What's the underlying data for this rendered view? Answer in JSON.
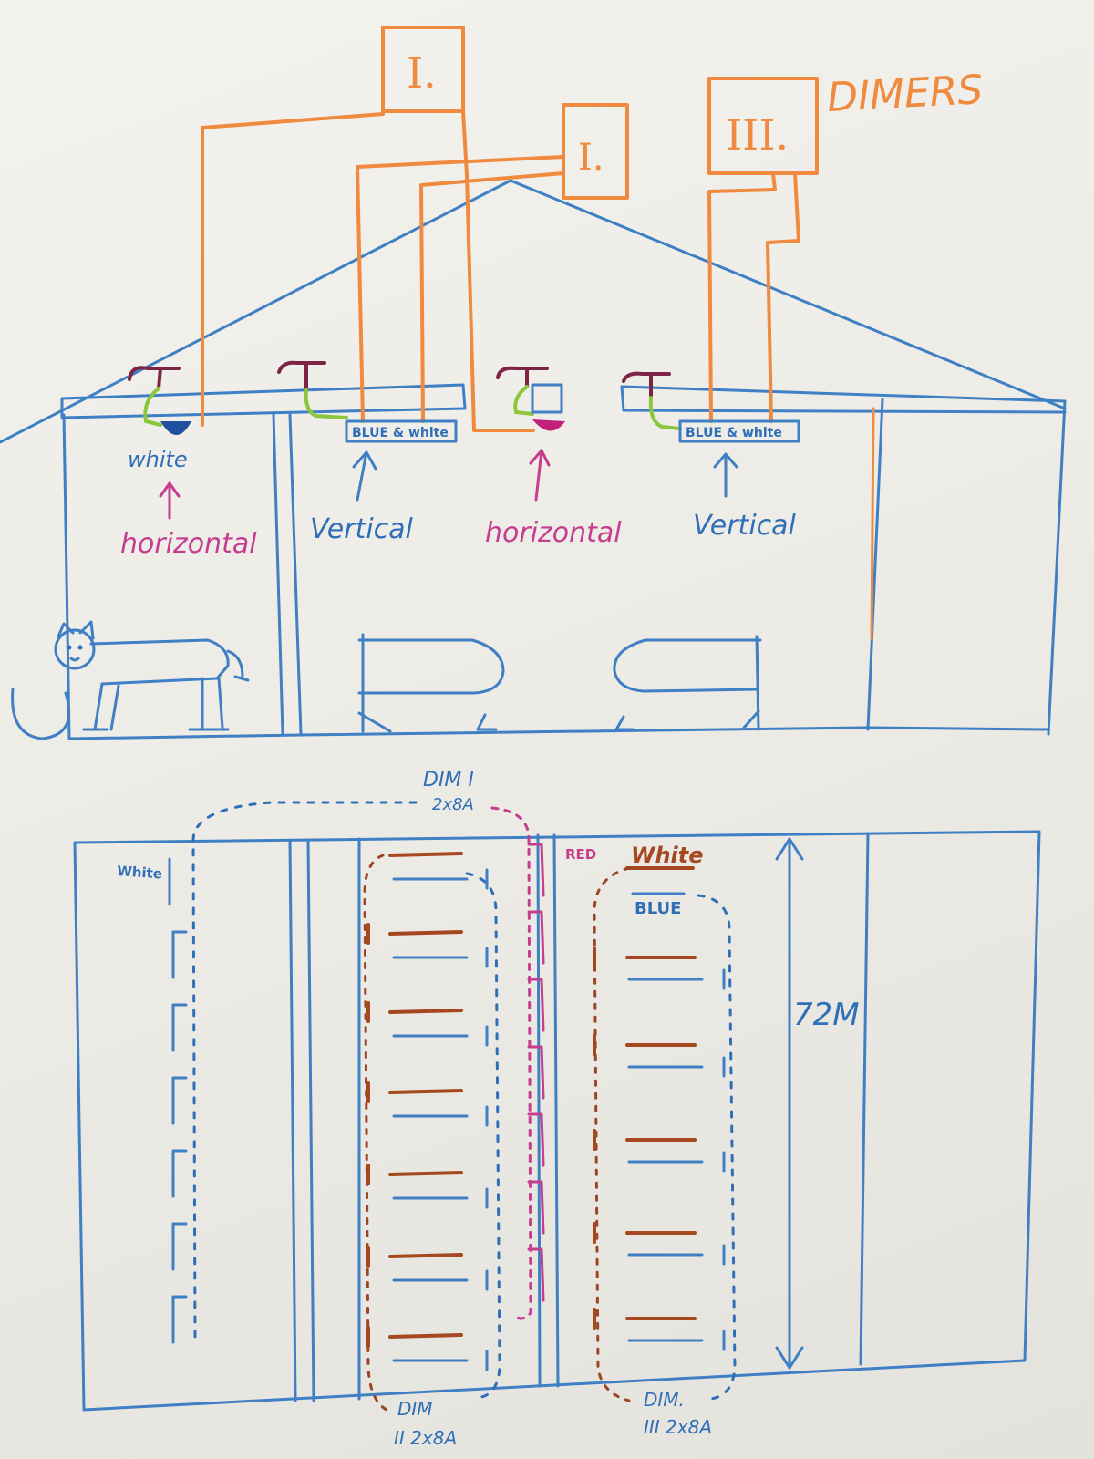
{
  "colors": {
    "orange": "#ef8a3e",
    "blue": "#3f7fc4",
    "magenta": "#c43d8e",
    "brown": "#a6481f",
    "green": "#8cc63f"
  },
  "dimmers": {
    "title": "DIMERS",
    "box1": "I.",
    "box2": "I.",
    "box3": "III."
  },
  "fixtures": [
    {
      "color": "white",
      "direction": "horizontal"
    },
    {
      "strip": "BLUE & white",
      "direction": "Vertical"
    },
    {
      "direction": "horizontal"
    },
    {
      "strip": "BLUE & white",
      "direction": "Vertical"
    }
  ],
  "plan": {
    "dim1_label": "DIM I",
    "dim1_rating": "2x8A",
    "white_left": "White",
    "red": "RED",
    "white_right": "White",
    "blue": "BLUE",
    "length": "72M",
    "dim2_label": "DIM",
    "dim2_rating": "II 2x8A",
    "dim3_label": "DIM.",
    "dim3_rating": "III 2x8A"
  }
}
